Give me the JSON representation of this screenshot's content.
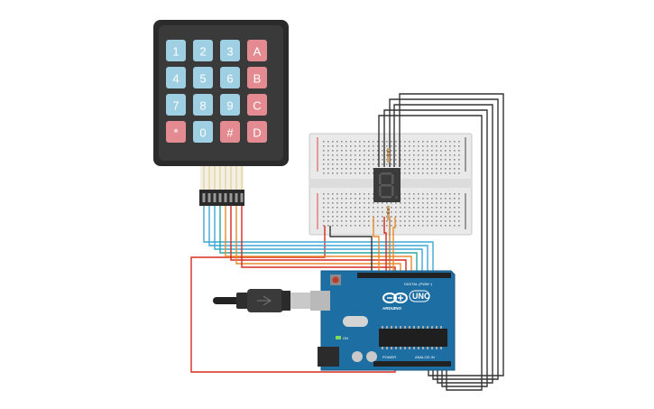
{
  "keypad": {
    "keys": [
      "1",
      "2",
      "3",
      "A",
      "4",
      "5",
      "6",
      "B",
      "7",
      "8",
      "9",
      "C",
      "*",
      "0",
      "#",
      "D"
    ],
    "digit_color": "#9fcfe3",
    "letter_color": "#e48b92"
  },
  "display": {
    "digit": "8"
  },
  "arduino": {
    "brand": "ARDUINO",
    "model": "UNO",
    "digital_label": "DIGITAL (PWM~)",
    "analog_label": "ANALOG IN",
    "power_label": "POWER",
    "on_label": "ON",
    "board_color": "#1d6ea3"
  },
  "colors": {
    "wire_red": "#d62a1f",
    "wire_black": "#222222",
    "wire_orange": "#e8892b",
    "wire_blue": "#3fa7d6",
    "wire_teal": "#2aa6a0"
  }
}
